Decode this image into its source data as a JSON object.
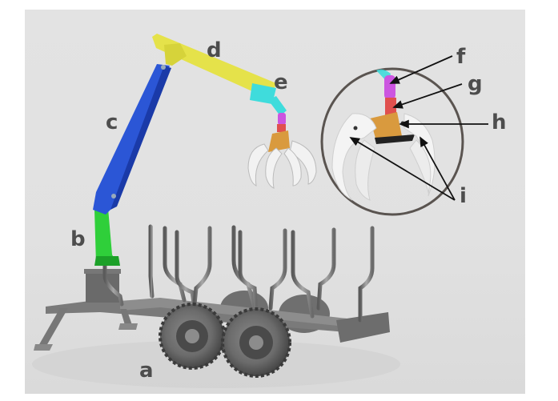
{
  "figure": {
    "subject": "Forestry log trailer with hydraulic crane and grapple",
    "background_color": "#e2e2e2",
    "labels": [
      {
        "id": "a",
        "text": "a",
        "part": "trailer chassis"
      },
      {
        "id": "b",
        "text": "b",
        "part": "crane column",
        "color": "#2fcf3a"
      },
      {
        "id": "c",
        "text": "c",
        "part": "main boom",
        "color": "#2b56d6"
      },
      {
        "id": "d",
        "text": "d",
        "part": "outer boom",
        "color": "#e5e24a"
      },
      {
        "id": "e",
        "text": "e",
        "part": "telescopic extension",
        "color": "#3fdcdc"
      },
      {
        "id": "f",
        "text": "f",
        "part": "link",
        "color": "#cc55e0"
      },
      {
        "id": "g",
        "text": "g",
        "part": "rotator",
        "color": "#e0504e"
      },
      {
        "id": "h",
        "text": "h",
        "part": "grapple head",
        "color": "#d99a3e"
      },
      {
        "id": "i",
        "text": "i",
        "part": "grapple jaws",
        "color": "#f0f0f0"
      }
    ],
    "inset": {
      "type": "magnified circle",
      "stroke_color": "#5a5450"
    }
  }
}
